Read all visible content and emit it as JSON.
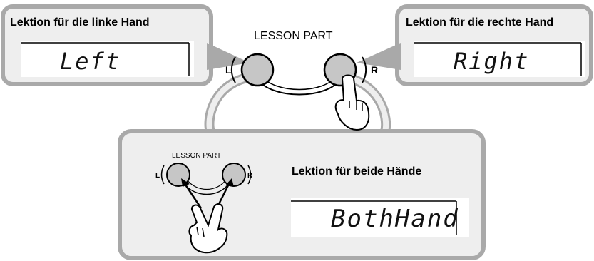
{
  "callouts": {
    "left": {
      "title": "Lektion für die linke Hand",
      "display": "Left"
    },
    "right": {
      "title": "Lektion für die rechte Hand",
      "display": "Right"
    },
    "both": {
      "title": "Lektion für beide Hände",
      "display": "BothHand"
    }
  },
  "buttons": {
    "group_label": "LESSON PART",
    "left_label": "L",
    "right_label": "R"
  },
  "colors": {
    "panel_fill": "#eeeeee",
    "panel_border": "#a9a9a9",
    "button_fill": "#c6c6c6",
    "line": "#000000"
  },
  "icons": [
    "pointing-hand-icon",
    "two-finger-hand-icon",
    "arrow-icon"
  ]
}
